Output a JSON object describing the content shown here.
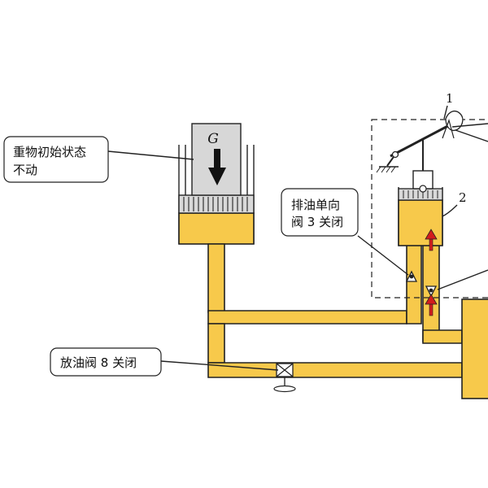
{
  "colors": {
    "oil": "#f7c94b",
    "outline": "#222222",
    "seal": "#d9d9d9",
    "weight_block": "#d7d7d7",
    "arrow_red": "#d31d1d"
  },
  "weight": {
    "symbol": "G"
  },
  "callouts": {
    "heavy": {
      "line1": "重物初始状态",
      "line2": "不动"
    },
    "check3": {
      "line1": "排油单向",
      "line2": "阀 3 关闭"
    },
    "drain8": {
      "text": "放油阀 8 关闭"
    }
  },
  "numbers": {
    "n1": "1",
    "n2": "2"
  },
  "icons": {
    "weight_arrow": "arrow-down-icon",
    "flow_arrows": "flow-up-arrow-icon",
    "check_valve": "check-valve-icon",
    "drain_valve": "valve-icon"
  }
}
